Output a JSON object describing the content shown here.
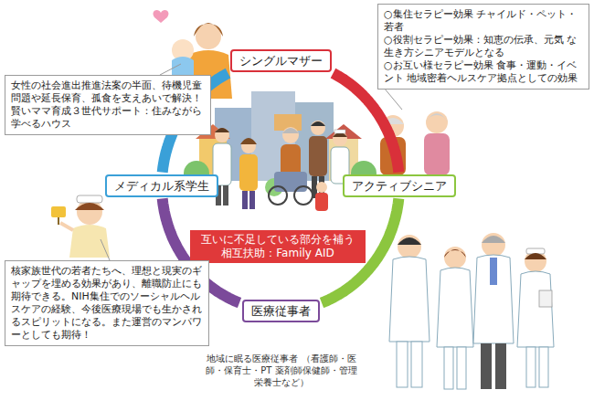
{
  "diagram": {
    "nodes": [
      {
        "text": [
          "シングルマザー"
        ]
      },
      {
        "text": [
          "○集住セラピー効果 チャイルド・ペット・若者",
          "○役割セラピー効果：知恵の伝承、元気 な生き方シニアモデルとなる",
          "○お互い様セラピー効果 食事・運動・イベント 地域密着ヘルスケア拠点としての効果"
        ]
      },
      {
        "text": [
          "女性の社会進出推進法案の半面、待機児童問題や延長保育、孤食を支えあいで解決！賢いママ育成３世代サポート：住みながら学べるハウス"
        ]
      },
      {
        "text": [
          "メディカル系学生"
        ]
      },
      {
        "text": [
          "アクティブシニア"
        ]
      },
      {
        "text": [
          "互いに不足している部分を補う 相互扶助：Family AID"
        ]
      },
      {
        "text": [
          "医療従事者"
        ]
      },
      {
        "text": [
          "核家族世代の若者たちへ、理想と現実のギャップを埋める効果があり、離職防止にも期待できる。NIH集住でのソーシャルヘルスケアの経験、今後医療現場でも生かされるスピリットになる。また運営のマンパワーとしても期待！"
        ]
      }
    ],
    "edges": [
      {
        "from": 0,
        "to": 4,
        "arrow": "none"
      },
      {
        "from": 4,
        "to": 6,
        "arrow": "none"
      },
      {
        "from": 6,
        "to": 3,
        "arrow": "none"
      },
      {
        "from": 3,
        "to": 0,
        "arrow": "none"
      }
    ],
    "labels": [
      "地域に眠る医療従事者 （看護師・医師・保育士・PT 薬剤師保健師・管理栄養士など）"
    ]
  }
}
